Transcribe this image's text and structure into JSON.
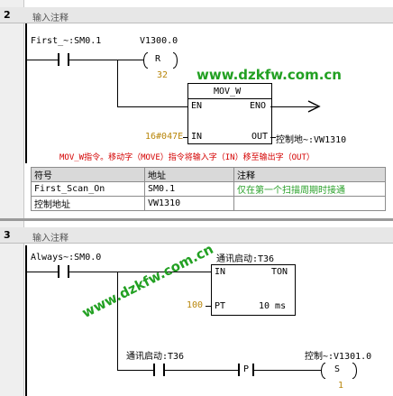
{
  "network2": {
    "number": "2",
    "comment": "输入注释",
    "contact1_label": "First_~:SM0.1",
    "reset_coil": {
      "address": "V1300.0",
      "letter": "R",
      "count": "32"
    },
    "mov_box": {
      "title": "MOV_W",
      "en": "EN",
      "eno": "ENO",
      "in_pin": "IN",
      "out_pin": "OUT",
      "in_value": "16#047E",
      "out_value": "控制地~:VW1310"
    },
    "description": "MOV_W指令。移动字（MOVE）指令将输入字（IN）移至输出字（OUT）",
    "symbol_table": {
      "headers": [
        "符号",
        "地址",
        "注释"
      ],
      "rows": [
        [
          "First_Scan_On",
          "SM0.1",
          "仅在第一个扫描周期时接通"
        ],
        [
          "控制地址",
          "VW1310",
          ""
        ]
      ]
    }
  },
  "network3": {
    "number": "3",
    "comment": "输入注释",
    "contact1_label": "Always~:SM0.0",
    "timer": {
      "name": "通讯启动:T36",
      "in_pin": "IN",
      "type": "TON",
      "pt_pin": "PT",
      "pt_value": "100",
      "resolution": "10 ms"
    },
    "contact2_label": "通讯启动:T36",
    "pulse_label": "P",
    "set_coil": {
      "address": "控制~:V1301.0",
      "letter": "S",
      "count": "1"
    }
  },
  "watermark": "www.dzkfw.com.cn"
}
